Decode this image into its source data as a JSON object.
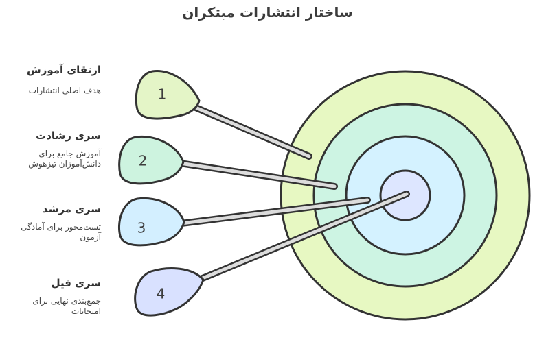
{
  "title": "ساختار انتشارات مبتکران",
  "items": [
    {
      "number": "1",
      "title": "ارتقای آموزش",
      "desc_lines": [
        "هدف اصلی انتشارات"
      ],
      "color": "#e4f5c7"
    },
    {
      "number": "2",
      "title": "سری رشادت",
      "desc_lines": [
        "آموزش جامع برای",
        "دانش‌آموزان تیزهوش"
      ],
      "color": "#cdf3df"
    },
    {
      "number": "3",
      "title": "سری مرشد",
      "desc_lines": [
        "تست‌محور برای آمادگی",
        "آزمون"
      ],
      "color": "#d3efff"
    },
    {
      "number": "4",
      "title": "سری فیل",
      "desc_lines": [
        "جمع‌بندی نهایی برای",
        "امتحانات"
      ],
      "color": "#d9e1ff"
    }
  ],
  "target_colors": [
    "#e7f8c2",
    "#cdf4e3",
    "#d4f2ff",
    "#dde6ff"
  ]
}
